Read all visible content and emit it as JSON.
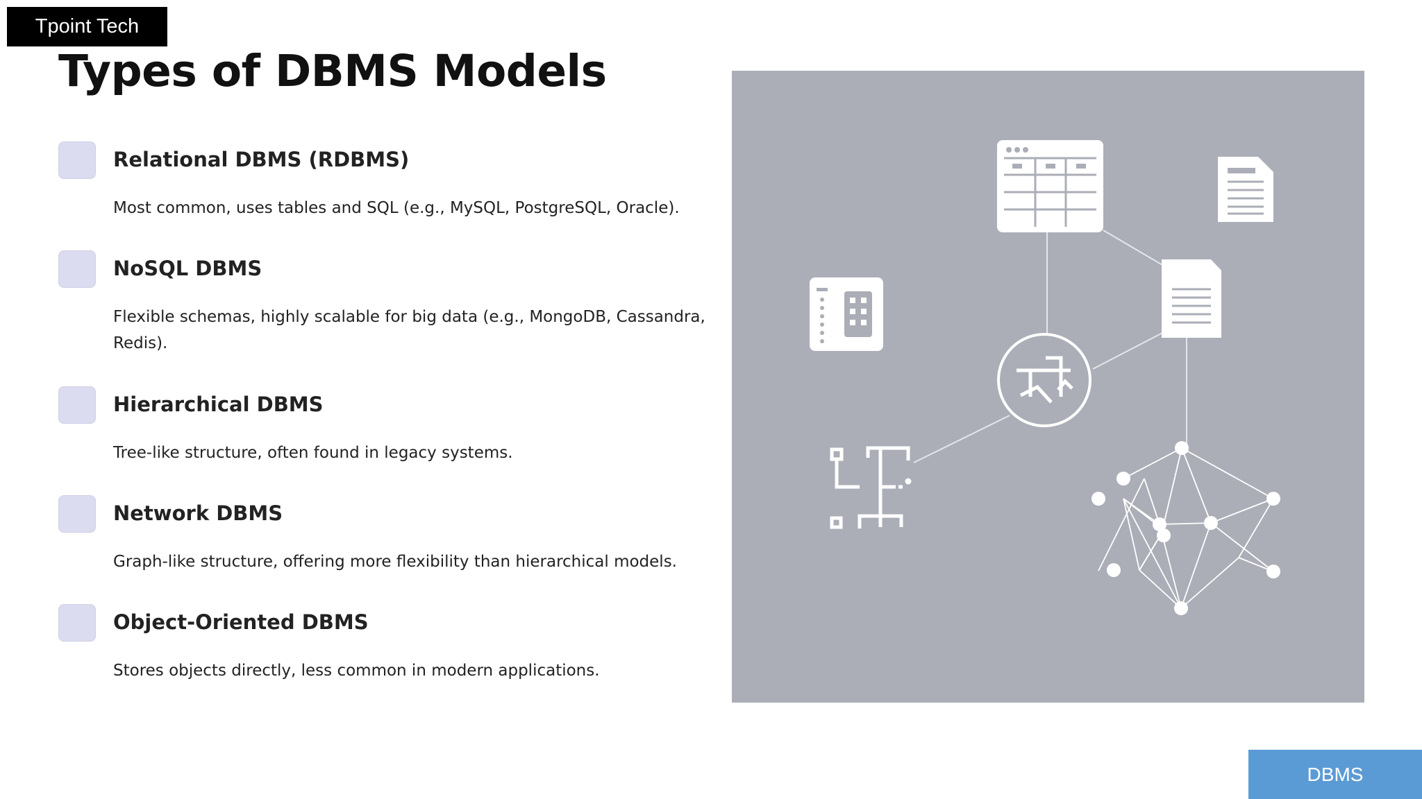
{
  "brand": {
    "label": "Tpoint Tech"
  },
  "slide": {
    "title": "Types of DBMS Models",
    "items": [
      {
        "heading": "Relational DBMS (RDBMS)",
        "description": "Most common, uses tables and SQL (e.g., MySQL, PostgreSQL, Oracle)."
      },
      {
        "heading": "NoSQL DBMS",
        "description": "Flexible schemas, highly scalable for big data (e.g., MongoDB, Cassandra, Redis)."
      },
      {
        "heading": "Hierarchical DBMS",
        "description": "Tree-like structure, often found in legacy systems."
      },
      {
        "heading": "Network DBMS",
        "description": "Graph-like structure, offering more flexibility than hierarchical models."
      },
      {
        "heading": "Object-Oriented DBMS",
        "description": "Stores objects directly, less common in modern applications."
      }
    ]
  },
  "illustration": {
    "icons": [
      "table-icon",
      "document-icon",
      "document-icon",
      "server-icon",
      "database-hub-icon",
      "tree-diagram-icon",
      "network-graph-icon"
    ]
  },
  "footer": {
    "badge_label": "DBMS"
  },
  "colors": {
    "checkbox_fill": "#dcdcf0",
    "illustration_bg": "#abaeb7",
    "badge_bg": "#5b9bd5",
    "brand_bg": "#000000"
  }
}
